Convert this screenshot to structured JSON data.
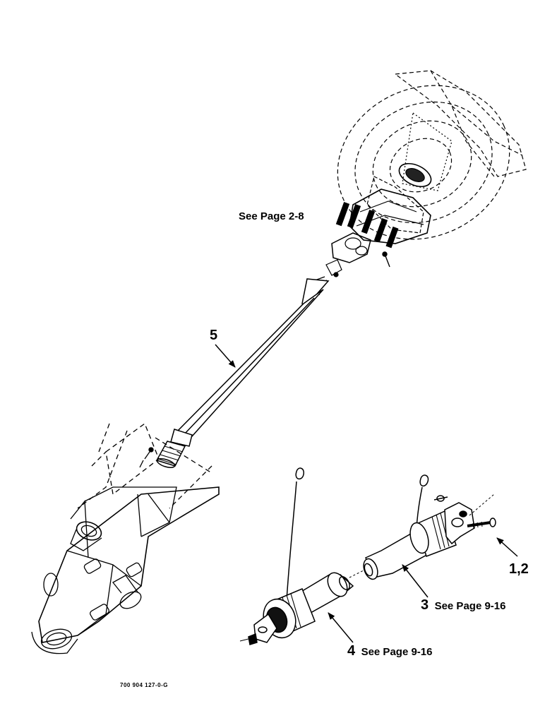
{
  "callouts": {
    "see_page_2_8": "See Page 2-8",
    "item_5": "5",
    "item_1_2": "1,2",
    "item_3": "3",
    "item_3_ref": "See Page 9-16",
    "item_4": "4",
    "item_4_ref": "See Page 9-16"
  },
  "figure_code": "700 904 127-0-G",
  "colors": {
    "line": "#000000",
    "background": "#ffffff"
  }
}
